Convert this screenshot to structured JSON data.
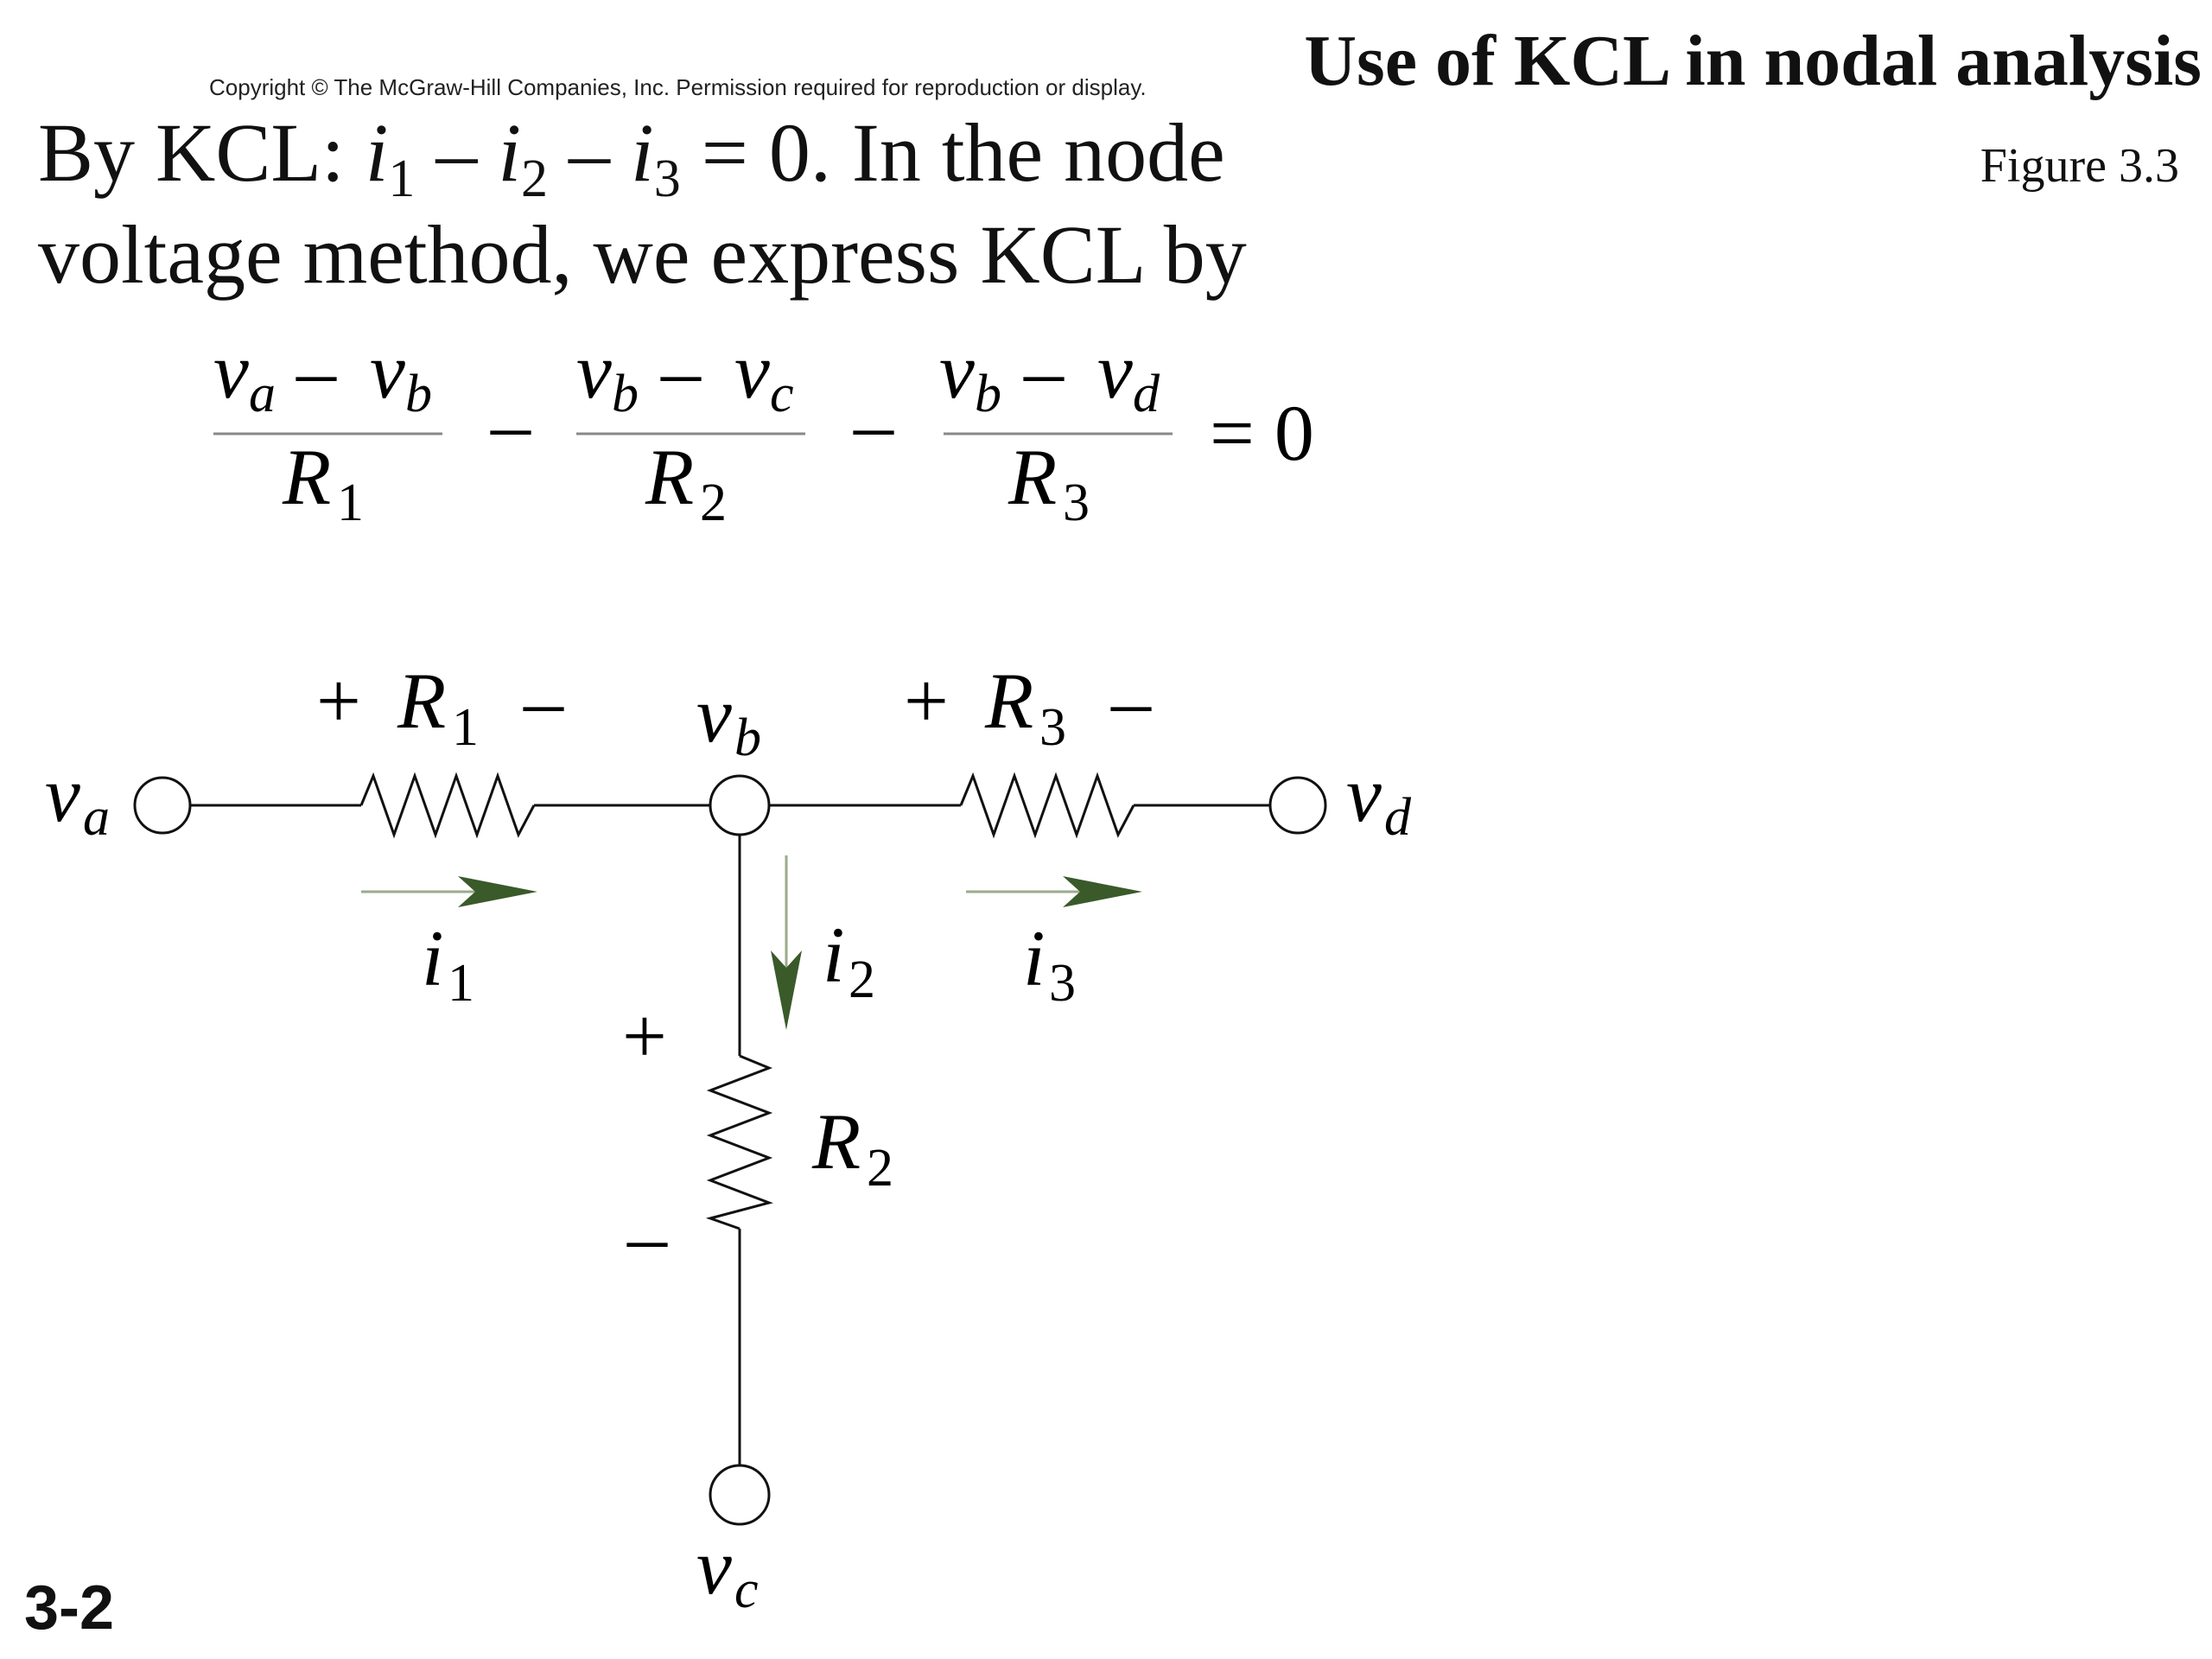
{
  "header": {
    "copyright": "Copyright © The McGraw-Hill Companies, Inc. Permission required for reproduction or display.",
    "title": "Use of KCL in nodal analysis",
    "figure_label": "Figure 3.3"
  },
  "text": {
    "kcl_prefix": "By KCL: ",
    "i": "i",
    "sub1": "1",
    "sub2": "2",
    "sub3": "3",
    "minus": " – ",
    "kcl_suffix": " = 0. In the node",
    "line2": "voltage method, we express KCL by"
  },
  "equation": {
    "term1_num": "v_a – v_b",
    "term1_den": "R1",
    "term2_num": "v_b – v_c",
    "term2_den": "R2",
    "term3_num": "v_b – v_d",
    "term3_den": "R3",
    "minus": "–",
    "rhs": "= 0"
  },
  "circuit": {
    "nodes": {
      "va": "v",
      "va_sub": "a",
      "vb": "v",
      "vb_sub": "b",
      "vc": "v",
      "vc_sub": "c",
      "vd": "v",
      "vd_sub": "d"
    },
    "resistors": {
      "r": "R",
      "r1_sub": "1",
      "r2_sub": "2",
      "r3_sub": "3"
    },
    "currents": {
      "i": "i",
      "i1_sub": "1",
      "i2_sub": "2",
      "i3_sub": "3"
    },
    "polarity": {
      "plus": "+",
      "minus": "–"
    },
    "arrow_color": "#3a5a2a"
  },
  "footer": {
    "slide_number": "3-2"
  }
}
